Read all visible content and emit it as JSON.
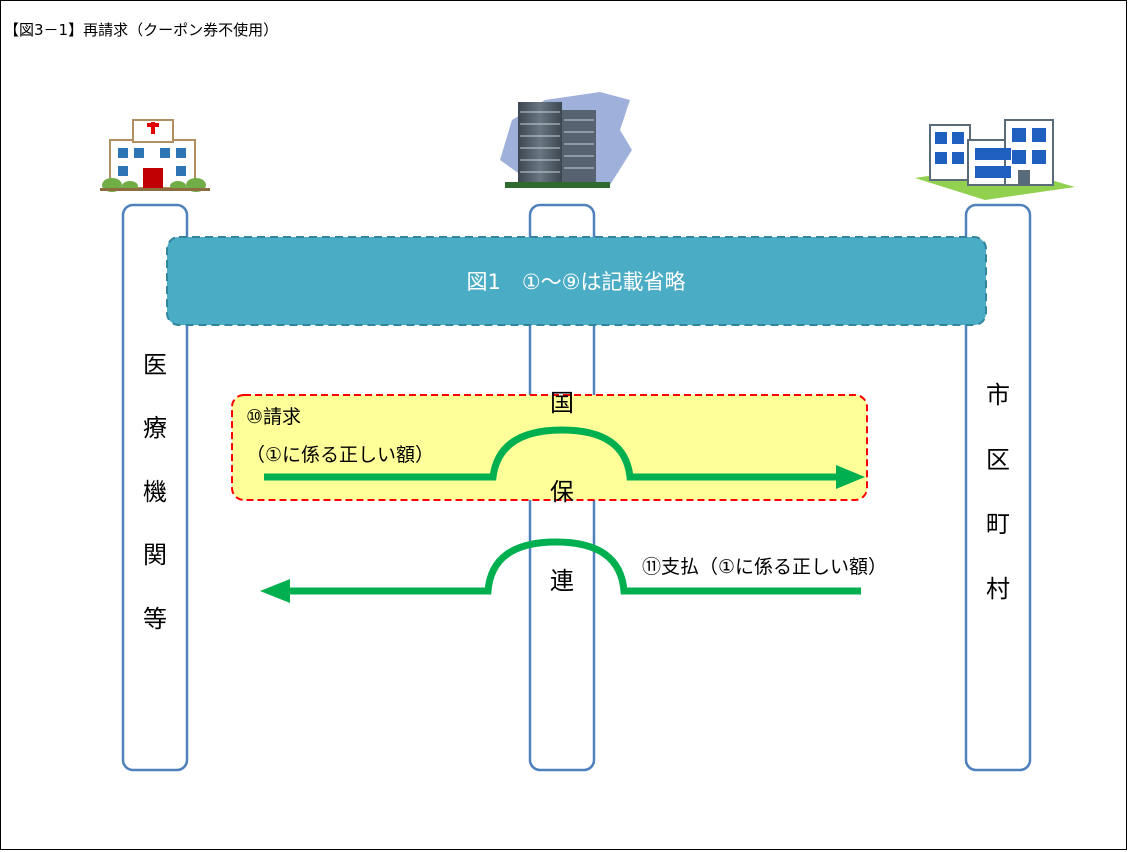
{
  "figure": {
    "title": "【図3－1】再請求（クーポン券不使用）"
  },
  "banner": {
    "text": "図1　①～⑨は記載省略"
  },
  "columns": [
    {
      "id": "medical",
      "chars": [
        "医",
        "療",
        "機",
        "関",
        "等"
      ],
      "icon": "hospital-icon"
    },
    {
      "id": "kokuhoren",
      "chars": [
        "国",
        "保",
        "連"
      ],
      "icon": "office-building-icon"
    },
    {
      "id": "municipality",
      "chars": [
        "市",
        "区",
        "町",
        "村"
      ],
      "icon": "city-hall-icon"
    }
  ],
  "flows": {
    "claim": {
      "line1": "⑩請求",
      "line2": "（①に係る正しい額）"
    },
    "payment": {
      "label": "⑪支払（①に係る正しい額）"
    }
  },
  "colors": {
    "column_border": "#4f81bd",
    "banner_fill": "#4bacc6",
    "banner_border": "#31859c",
    "arrow": "#00b050",
    "highlight_fill": "#ffff99",
    "highlight_border": "#ff0000"
  }
}
